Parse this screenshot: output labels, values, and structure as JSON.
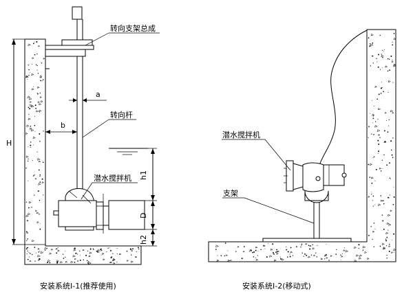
{
  "diagram_left": {
    "labels": {
      "support_assembly": "转向支架总成",
      "steering_rod": "转向杆",
      "mixer": "潜水搅拌机"
    },
    "dimensions": {
      "H": "H",
      "a": "a",
      "b": "b",
      "h1": "h1",
      "D": "D",
      "h2": "h2"
    },
    "caption": "安装系统Ⅰ-1(推荐使用)"
  },
  "diagram_right": {
    "labels": {
      "mixer": "潜水搅拌机",
      "bracket": "支架"
    },
    "caption": "安装系统Ⅰ-2(移动式)"
  }
}
